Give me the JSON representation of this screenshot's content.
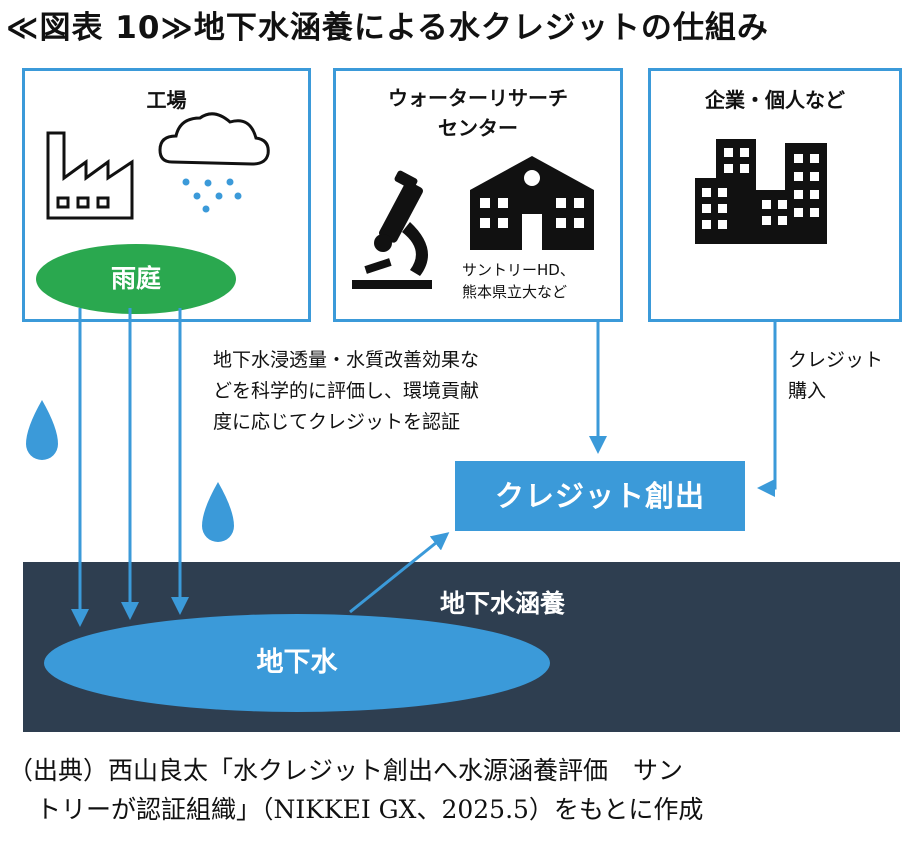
{
  "title": "≪図表 10≫地下水涵養による水クレジットの仕組み",
  "factory_box": {
    "title": "工場",
    "rain_garden_label": "雨庭",
    "icons": [
      "factory-icon",
      "rain-cloud-icon"
    ]
  },
  "research_box": {
    "title_line1": "ウォーターリサーチ",
    "title_line2": "センター",
    "sub_line1": "サントリーHD、",
    "sub_line2": "熊本県立大など",
    "icons": [
      "microscope-icon",
      "school-building-icon"
    ]
  },
  "company_box": {
    "title": "企業・個人など",
    "icons": [
      "office-buildings-icon"
    ]
  },
  "certification_note": {
    "line1": "地下水浸透量・水質改善効果な",
    "line2": "どを科学的に評価し、環境貢献",
    "line3": "度に応じてクレジットを認証"
  },
  "purchase_note": {
    "line1": "クレジット",
    "line2": "購入"
  },
  "credit_box_label": "クレジット創出",
  "recharge_label": "地下水涵養",
  "groundwater_label": "地下水",
  "source": {
    "line1": "（出典）西山良太「水クレジット創出へ水源涵養評価　サン",
    "line2": "トリーが認証組織」（NIKKEI GX、2025.5）をもとに作成"
  },
  "colors": {
    "accent_blue": "#3b9ad9",
    "green": "#2aa84f",
    "dark_band": "#2e3e50",
    "raindrop": "#3b9ad9"
  }
}
